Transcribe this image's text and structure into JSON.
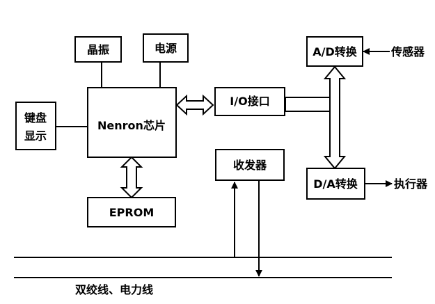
{
  "blocks": {
    "crystal": "晶振",
    "power": "电源",
    "ad": "A/D转换",
    "sensor": "传感器",
    "keyboard_line1": "键盘",
    "keyboard_line2": "显示",
    "chip": "Nenron芯片",
    "io": "I/O接口",
    "transceiver": "收发器",
    "da": "D/A转换",
    "actuator": "执行器",
    "eprom": "EPROM"
  },
  "bus_label": "双绞线、电力线"
}
